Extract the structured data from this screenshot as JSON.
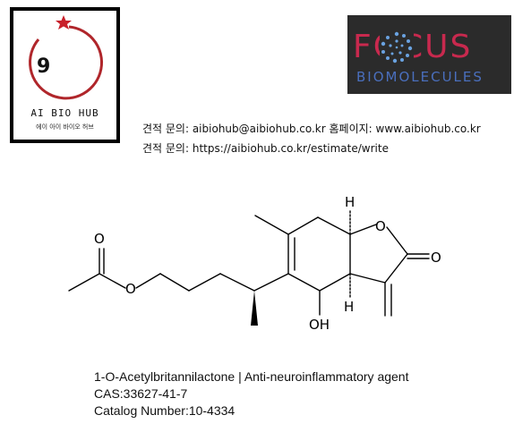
{
  "logo_left": {
    "number": "9",
    "title": "AI BIO HUB",
    "subtitle": "에이 아이 바이오 허브",
    "ring_color": "#b0262b",
    "star_color": "#c8202a"
  },
  "logo_right": {
    "word": "FOCUS",
    "subtitle": "BIOMOLECULES",
    "word_color": "#c8294e",
    "subtitle_color": "#4a6fbd",
    "background": "#2b2b2b"
  },
  "contact": {
    "line1": "견적 문의: aibiohub@aibiohub.co.kr   홈페이지: www.aibiohub.co.kr",
    "line2": "견적 문의: https://aibiohub.co.kr/estimate/write"
  },
  "structure": {
    "atoms": {
      "o_carbonyl": "O",
      "o_ester": "O",
      "h_top": "H",
      "o_ring": "O",
      "o_lactone": "O",
      "h_bottom": "H",
      "oh": "OH"
    }
  },
  "product": {
    "name": "1-O-Acetylbritannilactone | Anti-neuroinflammatory agent",
    "cas": "CAS:33627-41-7",
    "catalog": "Catalog Number:10-4334"
  }
}
